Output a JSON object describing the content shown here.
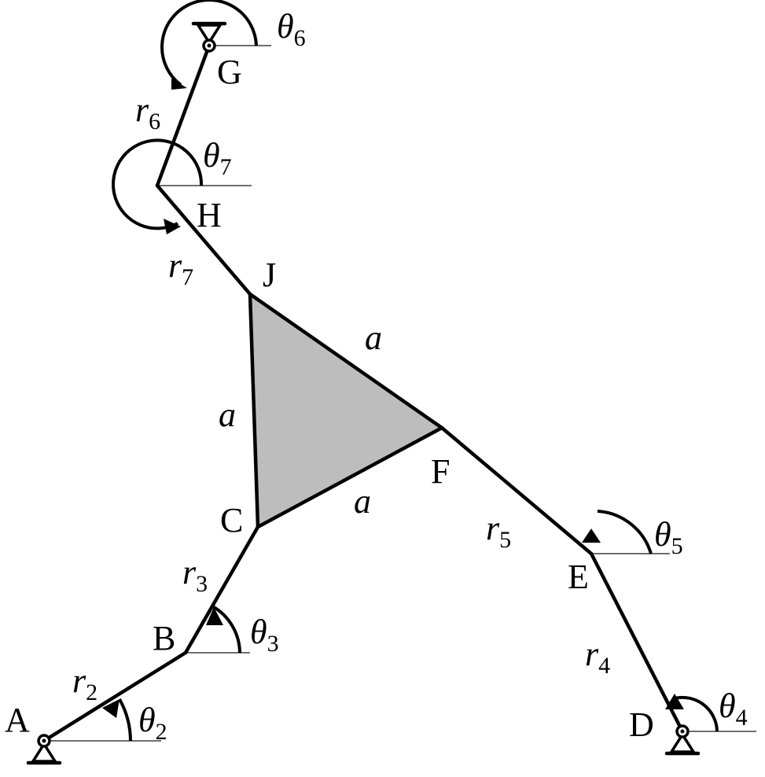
{
  "points": {
    "A": "A",
    "B": "B",
    "C": "C",
    "D": "D",
    "E": "E",
    "F": "F",
    "G": "G",
    "H": "H",
    "J": "J"
  },
  "links": {
    "r2": {
      "letter": "r",
      "sub": "2"
    },
    "r3": {
      "letter": "r",
      "sub": "3"
    },
    "r4": {
      "letter": "r",
      "sub": "4"
    },
    "r5": {
      "letter": "r",
      "sub": "5"
    },
    "r6": {
      "letter": "r",
      "sub": "6"
    },
    "r7": {
      "letter": "r",
      "sub": "7"
    }
  },
  "angles": {
    "theta2": {
      "letter": "θ",
      "sub": "2"
    },
    "theta3": {
      "letter": "θ",
      "sub": "3"
    },
    "theta4": {
      "letter": "θ",
      "sub": "4"
    },
    "theta5": {
      "letter": "θ",
      "sub": "5"
    },
    "theta6": {
      "letter": "θ",
      "sub": "6"
    },
    "theta7": {
      "letter": "θ",
      "sub": "7"
    }
  },
  "triangle_side": "a",
  "colors": {
    "triangle_fill": "#bdbdbd",
    "line": "#000000",
    "reference_line": "#6e6e6e"
  }
}
